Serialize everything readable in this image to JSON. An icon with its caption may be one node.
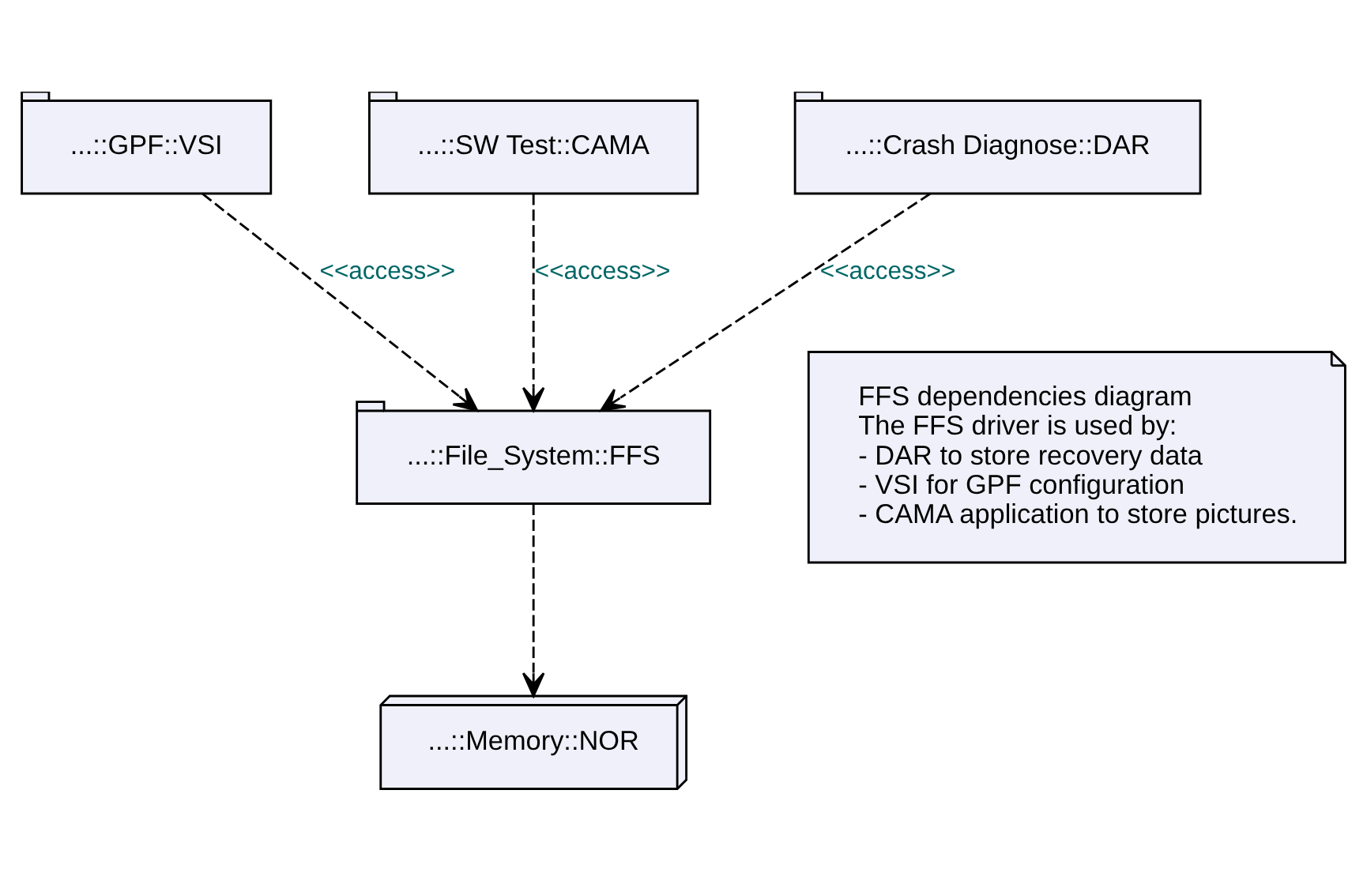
{
  "diagram": {
    "nodes": [
      {
        "text": [
          "...::GPF::VSI"
        ]
      },
      {
        "text": [
          "...::SW Test::CAMA"
        ]
      },
      {
        "text": [
          "...::Crash Diagnose::DAR"
        ]
      },
      {
        "text": [
          "...::File_System::FFS"
        ]
      },
      {
        "text": [
          "...::Memory::NOR"
        ]
      },
      {
        "text": [
          "FFS dependencies diagram",
          "The FFS driver is used by:",
          "- DAR to store recovery data",
          "- VSI for GPF configuration",
          "- CAMA application to store pictures."
        ]
      }
    ],
    "edges": [
      {
        "from": 0,
        "to": 3,
        "arrow": "to",
        "label": "<<access>>",
        "style": "dashed"
      },
      {
        "from": 1,
        "to": 3,
        "arrow": "to",
        "label": "<<access>>",
        "style": "dashed"
      },
      {
        "from": 2,
        "to": 3,
        "arrow": "to",
        "label": "<<access>>",
        "style": "dashed"
      },
      {
        "from": 3,
        "to": 4,
        "arrow": "to",
        "style": "dashed"
      }
    ]
  }
}
